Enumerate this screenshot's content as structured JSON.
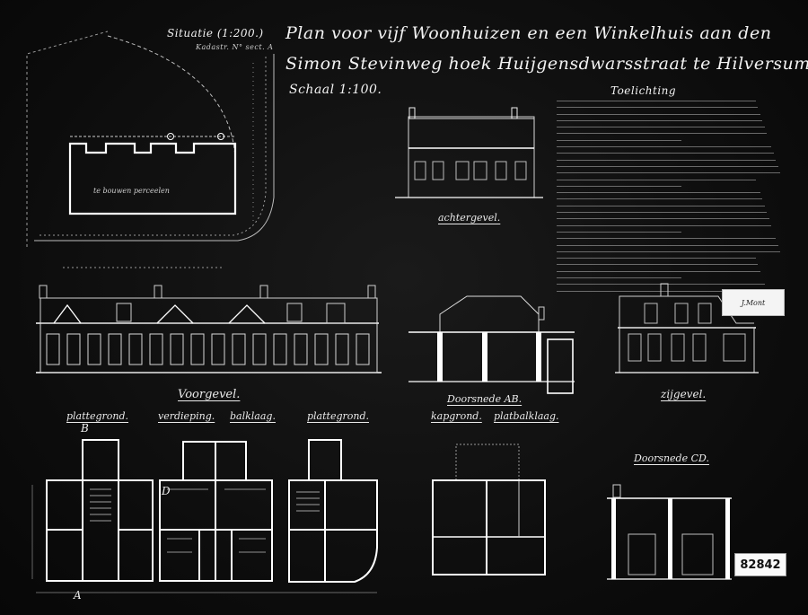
{
  "title": {
    "line1": "Plan voor vijf Woonhuizen en een Winkelhuis aan den",
    "line2": "Simon Stevinweg hoek Huijgensdwarsstraat te Hilversum."
  },
  "scale": "Schaal 1:100.",
  "situation": {
    "label": "Situatie (1:200.)",
    "sublabel": "Kadastr. N° sect. A",
    "plot_label": "te bouwen perceelen"
  },
  "explanation_heading": "Toelichting",
  "views": {
    "achtergevel": "achtergevel.",
    "voorgevel": "Voorgevel.",
    "doorsnede_ab": "Doorsnede AB.",
    "zijgevel": "zijgevel.",
    "doorsnede_cd": "Doorsnede CD."
  },
  "plans": {
    "plattegrond_left": "plattegrond.",
    "verdieping": "verdieping.",
    "balklaag": "balklaag.",
    "plattegrond_right": "plattegrond.",
    "kapgrond": "kapgrond.",
    "platbalklaag": "platbalklaag."
  },
  "marks": {
    "b": "B",
    "a": "A",
    "d": "D"
  },
  "stamp_text": "J.Mont",
  "archive_number": "82842",
  "colors": {
    "background": "#0c0c0c",
    "lines": "#f2f2f2",
    "paper": "#fafafa"
  }
}
